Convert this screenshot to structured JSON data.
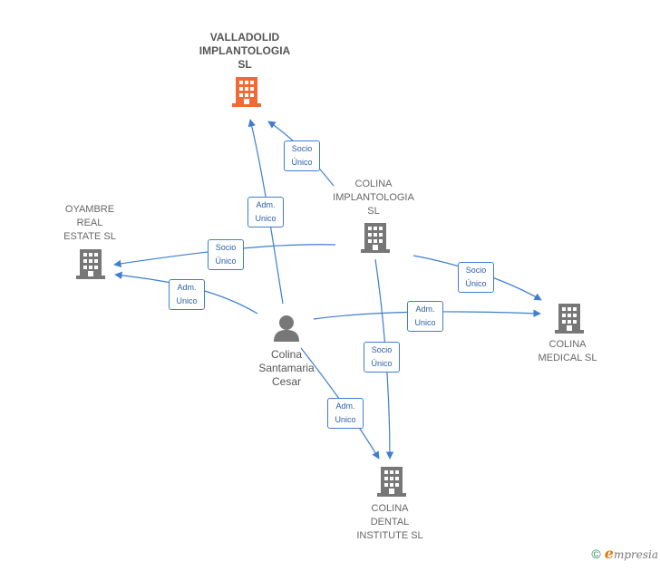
{
  "nodes": {
    "valladolid": {
      "label": "VALLADOLID\nIMPLANTOLOGIA\nSL",
      "icon": "building-icon",
      "color": "#f06a35"
    },
    "colina_implantologia": {
      "label": "COLINA\nIMPLANTOLOGIA\nSL",
      "icon": "building-icon",
      "color": "#777777"
    },
    "oyambre": {
      "label": "OYAMBRE\nREAL\nESTATE  SL",
      "icon": "building-icon",
      "color": "#777777"
    },
    "colina_medical": {
      "label": "COLINA\nMEDICAL  SL",
      "icon": "building-icon",
      "color": "#777777"
    },
    "colina_dental": {
      "label": "COLINA\nDENTAL\nINSTITUTE  SL",
      "icon": "building-icon",
      "color": "#777777"
    },
    "person": {
      "label": "Colina\nSantamaria\nCesar",
      "icon": "person-icon",
      "color": "#777777"
    }
  },
  "edges": [
    {
      "id": "e1",
      "label": "Socio\nÚnico"
    },
    {
      "id": "e2",
      "label": "Adm.\nUnico"
    },
    {
      "id": "e3",
      "label": "Socio\nÚnico"
    },
    {
      "id": "e4",
      "label": "Adm.\nUnico"
    },
    {
      "id": "e5",
      "label": "Socio\nÚnico"
    },
    {
      "id": "e6",
      "label": "Adm.\nUnico"
    },
    {
      "id": "e7",
      "label": "Socio\nÚnico"
    },
    {
      "id": "e8",
      "label": "Adm.\nUnico"
    }
  ],
  "colors": {
    "edge": "#3d7ecf",
    "accent": "#f06a35"
  },
  "footer": {
    "copyright": "©",
    "brand_first": "e",
    "brand_rest": "mpresia"
  }
}
